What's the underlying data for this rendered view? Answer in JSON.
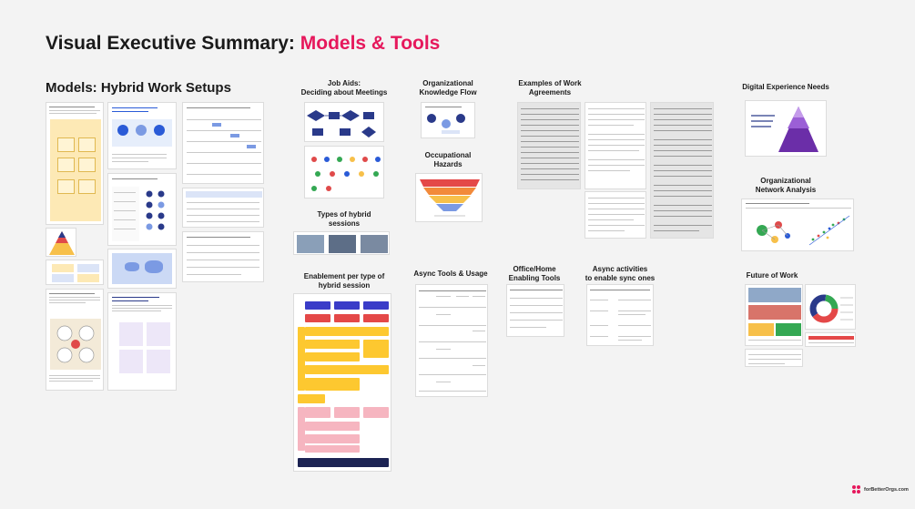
{
  "header": {
    "title_prefix": "Visual Executive Summary: ",
    "title_accent": "Models & Tools"
  },
  "sections": {
    "models": "Models: Hybrid Work Setups",
    "job_aids_1": "Job Aids:",
    "job_aids_2": "Deciding about Meetings",
    "knowledge_1": "Organizational",
    "knowledge_2": "Knowledge Flow",
    "hazards_1": "Occupational",
    "hazards_2": "Hazards",
    "work_agreements_1": "Examples of Work",
    "work_agreements_2": "Agreements",
    "digital_experience": "Digital Experience Needs",
    "network_1": "Organizational",
    "network_2": "Network Analysis",
    "hybrid_sessions_1": "Types of hybrid",
    "hybrid_sessions_2": "sessions",
    "enablement_1": "Enablement per type of",
    "enablement_2": "hybrid session",
    "async_tools": "Async Tools & Usage",
    "office_home_1": "Office/Home",
    "office_home_2": "Enabling Tools",
    "async_activities_1": "Async activities",
    "async_activities_2": "to enable sync ones",
    "future_of_work": "Future of Work"
  },
  "brand": {
    "name": "forBetterOrgs.com",
    "accent": "#e6185c"
  },
  "colors": {
    "accent": "#e6185c",
    "background": "#f3f3f3"
  }
}
